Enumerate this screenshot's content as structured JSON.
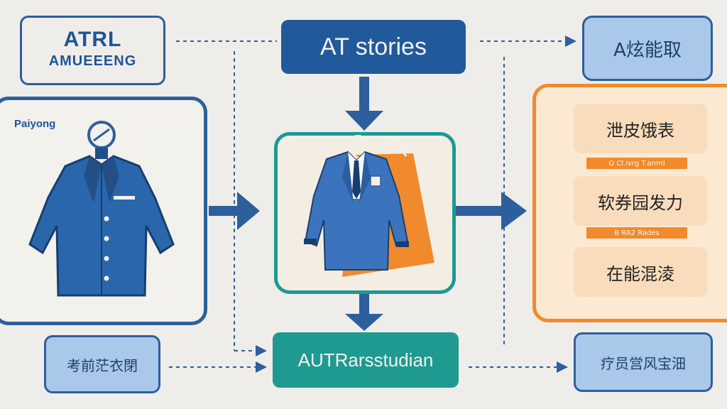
{
  "colors": {
    "background": "#efedea",
    "blue_dark": "#205a9b",
    "blue_light": "#a9c8ea",
    "teal": "#1e9a91",
    "orange": "#f08a2d",
    "peach": "#f8dcbc"
  },
  "title_box": {
    "line1": "ATRL",
    "line2": "AMUEEENG"
  },
  "stories_box": {
    "label": "AT stories"
  },
  "top_right_box": {
    "label": "A炫能取"
  },
  "left_panel": {
    "label": "Paiyong",
    "icon": "jacket-on-mannequin-icon"
  },
  "center_panel": {
    "icon": "suit-on-hanger-icon"
  },
  "right_panel": {
    "cards": [
      {
        "label": "泄皮饿表"
      },
      {
        "label": "软券园发力"
      },
      {
        "label": "在能混淩"
      }
    ],
    "bars": [
      {
        "label": "O Cl.ivrg T.anml"
      },
      {
        "label": "B RA2 Rades"
      }
    ]
  },
  "bottom_left_box": {
    "label": "考前茫衣閉"
  },
  "bottom_center_box": {
    "label": "AUTRarsstudian"
  },
  "bottom_right_box": {
    "label": "疗员営风宝沺"
  }
}
